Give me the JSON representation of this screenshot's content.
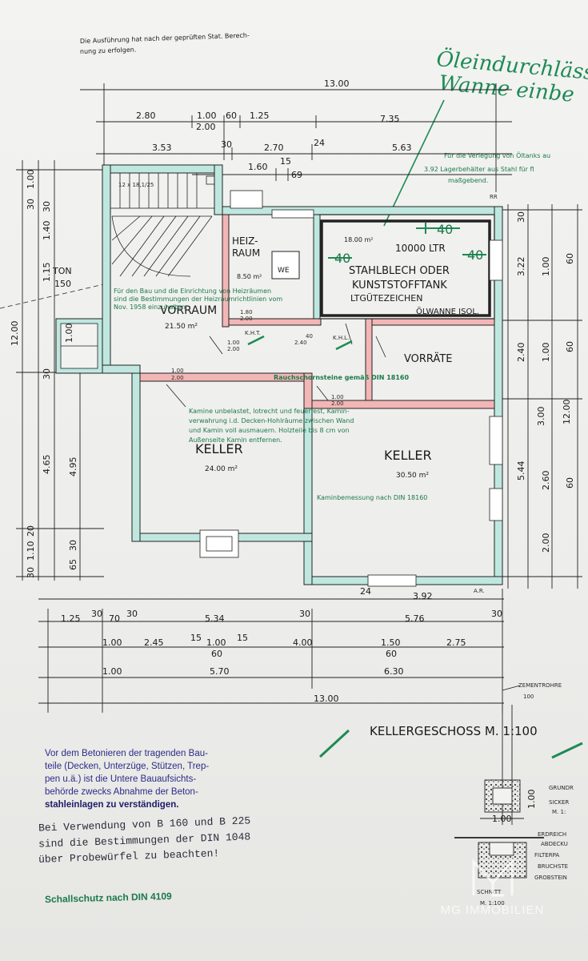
{
  "colors": {
    "paper": "#eeeeec",
    "wall_existing": "#bfe7df",
    "wall_new": "#f2b6b6",
    "ink": "#1a1a1a",
    "green_ink": "#1b7a4a"
  },
  "top_note": {
    "line1": "Die Ausführung hat nach der geprüften Stat. Berech-",
    "line2": "nung zu erfolgen."
  },
  "handwriting": {
    "line1": "Öleindurchläss",
    "line2": "Wanne einbe"
  },
  "oil_note": {
    "line1": "Für die Verlegung von Öltanks au",
    "line2": "3.92  Lagerbehälter aus Stahl für fl",
    "line3": "maßgebend."
  },
  "dimensions": {
    "top_overall": "13.00",
    "row1": [
      "2.80",
      "1.00",
      "60",
      "1.25",
      "7.35"
    ],
    "row1_sub": "2.00",
    "row2": [
      "3.53",
      "30",
      "2.70",
      "24",
      "5.63"
    ],
    "row3": [
      "1.60",
      "15",
      "69"
    ],
    "left_vertical": [
      "30",
      "1.00",
      "30",
      "1.40",
      "1.15",
      "12.00",
      "30",
      "4.65",
      "4.95",
      "20",
      "1.10",
      "30",
      "65",
      "30"
    ],
    "right_vertical": [
      "3.22",
      "1.00",
      "60",
      "2.40",
      "1.00",
      "60",
      "3.00",
      "5.44",
      "2.60",
      "60",
      "2.00",
      "12.00",
      "30"
    ],
    "bottom_row1": [
      "1.25",
      "30",
      "70",
      "30",
      "5.34",
      "30",
      "5.76",
      "24",
      "3.92",
      "30"
    ],
    "bottom_row2": [
      "1.00",
      "2.45",
      "15",
      "1.00",
      "15",
      "60",
      "4.00",
      "1.50",
      "60",
      "2.75"
    ],
    "bottom_row3": [
      "1.00",
      "5.70",
      "6.30"
    ],
    "bottom_overall": "13.00",
    "stairs": "12 x 18,1/25",
    "ton": "TON",
    "ton_size": "150",
    "tank_dims": [
      "40",
      "40",
      "40"
    ]
  },
  "rooms": {
    "heizraum": {
      "name1": "HEIZ-",
      "name2": "RAUM",
      "area": "8.50 m²",
      "boiler": "WE"
    },
    "tank": {
      "volume": "10000 LTR",
      "area": "18.00 m²",
      "l1": "STAHLBLECH ODER",
      "l2": "KUNSTSTOFFTANK",
      "l3": "LTGÜTEZEICHEN",
      "wanne": "ÖLWANNE ISOL."
    },
    "vorraum": {
      "name": "VORRAUM",
      "area": "21.50 m²"
    },
    "vorraete": {
      "name": "VORRÄTE",
      "area": ""
    },
    "keller1": {
      "name": "KELLER",
      "area": "24.00 m²"
    },
    "keller2": {
      "name": "KELLER",
      "area": "30.50 m²"
    }
  },
  "annotations": {
    "heiz_regs1": "Für den Bau und die Einrichtung von Heizräumen",
    "heiz_regs2": "sind die Bestimmungen der Heizraumrichtlinien vom",
    "heiz_regs3": "Nov. 1958 einzuhalten",
    "rauch": "Rauchschornsteine gemäß DIN 18160",
    "kamin1": "Kamine unbelastet, lotrecht und feuerfest, Kamin-",
    "kamin2": "verwahrung i.d. Decken-Hohlräume zwischen Wand",
    "kamin3": "und Kamin voll ausmauern. Holzteile bis 8 cm von",
    "kamin4": "Außenseite Kamin entfernen.",
    "kaminbem": "Kaminbemessung nach DIN 18160",
    "kht": "K.H.T.",
    "khl": "K.H.L.",
    "rr": "RR",
    "ar": "A.R.",
    "small_openings": [
      "1.80",
      "2.00",
      "1.00",
      "2.00",
      "1.00",
      "2.00",
      "40",
      "2.40",
      "1.00",
      "2.00"
    ],
    "zement": "ZEMENTROHRE",
    "zement_size": "100"
  },
  "title_block": {
    "title": "KELLERGESCHOSS M. 1:100"
  },
  "left_notes": {
    "p1_l1": "Vor dem Betonieren der tragenden Bau-",
    "p1_l2": "teile (Decken, Unterzüge, Stützen, Trep-",
    "p1_l3": "pen u.ä.) ist die Untere Bauaufsichts-",
    "p1_l4": "behörde zwecks Abnahme der Beton-",
    "p1_l5": "stahleinlagen zu verständigen.",
    "p2_l1": "Bei Verwendung von B 160 und B 225",
    "p2_l2": "sind die Bestimmungen der DIN 1048",
    "p2_l3": "über Probewürfel zu beachten!",
    "schallschutz": "Schallschutz nach DIN 4109"
  },
  "detail": {
    "labels": [
      "GRUNDR",
      "SICKER",
      "M. 1:",
      "ERDREICH",
      "ABDECKU",
      "FILTERPA",
      "BRUCHSTE",
      "GROBSTEIN"
    ],
    "dim1": "1.00",
    "dim2": "1.00",
    "schnitt1": "SCHNITT",
    "schnitt2": "M. 1:100"
  },
  "watermark": "MG IMMOBILIEN"
}
